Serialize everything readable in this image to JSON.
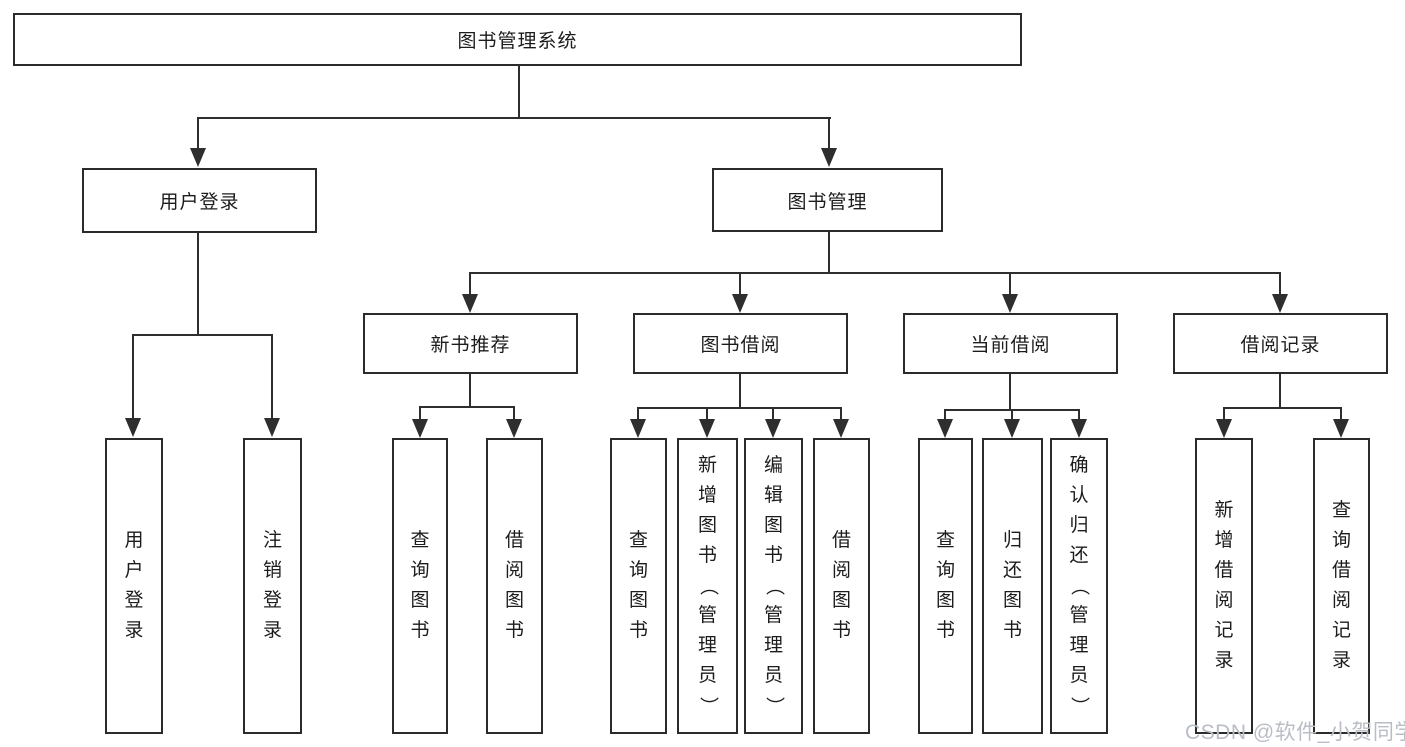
{
  "diagram": {
    "title": "图书管理系统",
    "watermark": "CSDN @软件_小贺同学",
    "line_color": "#2e2e2e",
    "border_color": "#2b2b2b",
    "watermark_color": "#b9bec6",
    "nodes": {
      "root": "图书管理系统",
      "user_login": "用户登录",
      "book_mgmt": "图书管理",
      "new_rec": "新书推荐",
      "book_borrow": "图书借阅",
      "cur_borrow": "当前借阅",
      "borrow_rec": "借阅记录",
      "leaf_user_login": "用户登录",
      "leaf_logout": "注销登录",
      "leaf_rec_query_book": "查询图书",
      "leaf_rec_borrow_book": "借阅图书",
      "leaf_bb_query_book": "查询图书",
      "leaf_bb_add_book": "新增图书（管理员）",
      "leaf_bb_edit_book": "编辑图书（管理员）",
      "leaf_bb_borrow_book": "借阅图书",
      "leaf_cb_query_book": "查询图书",
      "leaf_cb_return_book": "归还图书",
      "leaf_cb_confirm_return": "确认归还（管理员）",
      "leaf_br_add_record": "新增借阅记录",
      "leaf_br_query_record": "查询借阅记录"
    },
    "tree": {
      "root_children": [
        "用户登录",
        "图书管理"
      ],
      "user_login_children": [
        "用户登录",
        "注销登录"
      ],
      "book_mgmt_children": [
        "新书推荐",
        "图书借阅",
        "当前借阅",
        "借阅记录"
      ],
      "new_rec_children": [
        "查询图书",
        "借阅图书"
      ],
      "book_borrow_children": [
        "查询图书",
        "新增图书（管理员）",
        "编辑图书（管理员）",
        "借阅图书"
      ],
      "cur_borrow_children": [
        "查询图书",
        "归还图书",
        "确认归还（管理员）"
      ],
      "borrow_rec_children": [
        "新增借阅记录",
        "查询借阅记录"
      ]
    }
  }
}
